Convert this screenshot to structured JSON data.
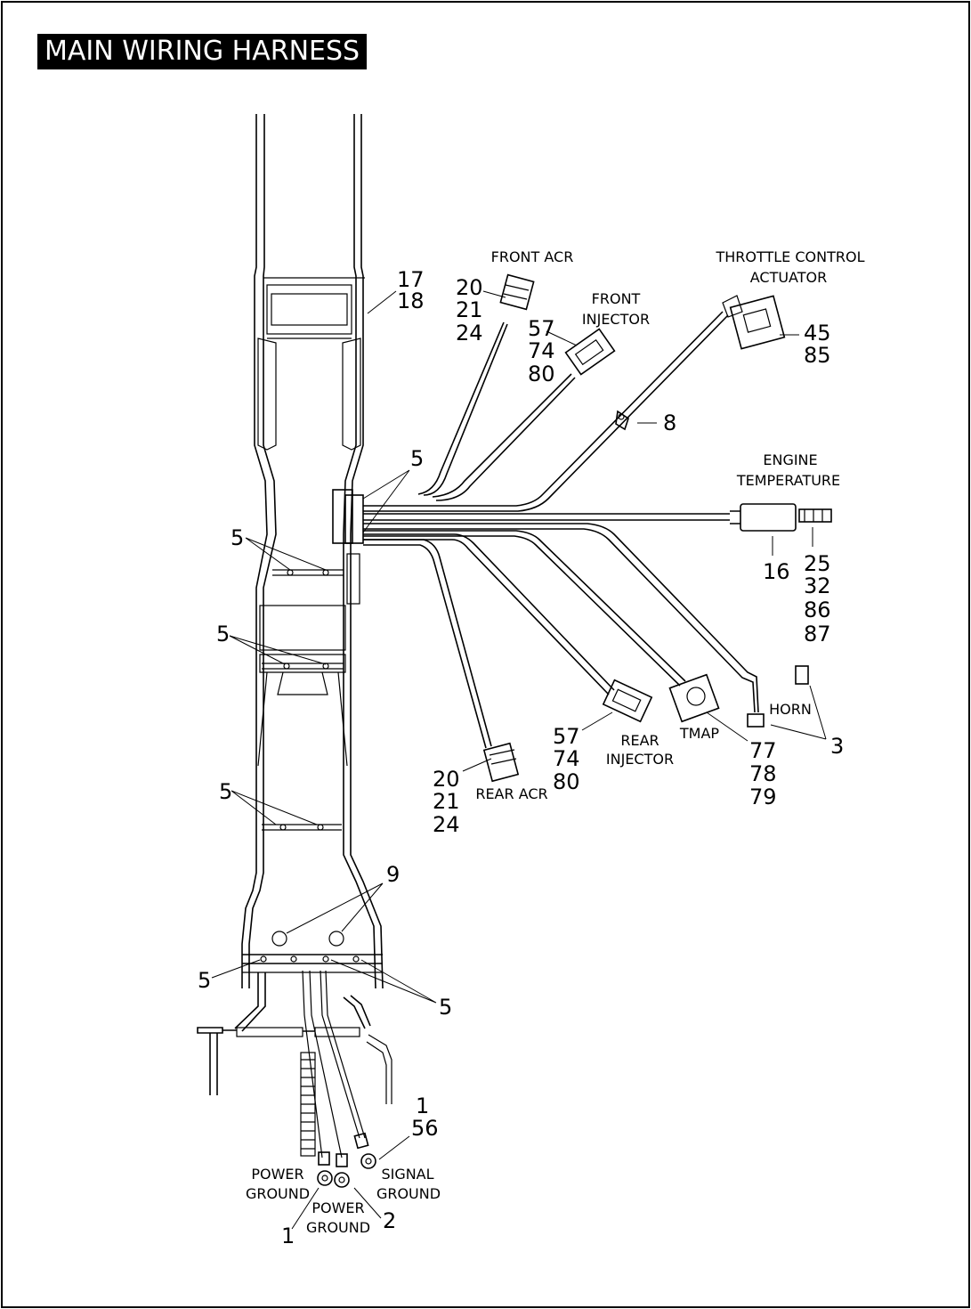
{
  "title": "MAIN WIRING HARNESS",
  "labels": {
    "front_acr": "FRONT ACR",
    "front_injector": [
      "FRONT",
      "INJECTOR"
    ],
    "throttle_control_actuator": [
      "THROTTLE CONTROL",
      "ACTUATOR"
    ],
    "engine_temperature": [
      "ENGINE",
      "TEMPERATURE"
    ],
    "horn": "HORN",
    "tmap": "TMAP",
    "rear_injector": [
      "REAR",
      "INJECTOR"
    ],
    "rear_acr": "REAR ACR",
    "power_ground_left": [
      "POWER",
      "GROUND"
    ],
    "power_ground_center": [
      "POWER",
      "GROUND"
    ],
    "signal_ground": [
      "SIGNAL",
      "GROUND"
    ]
  },
  "callouts": {
    "c17_18": [
      "17",
      "18"
    ],
    "c_front_acr": [
      "20",
      "21",
      "24"
    ],
    "c_front_injector": [
      "57",
      "74",
      "80"
    ],
    "c_throttle": [
      "45",
      "85"
    ],
    "c8": "8",
    "c5_top": "5",
    "c5_a": "5",
    "c5_b": "5",
    "c5_c": "5",
    "c5_d": "5",
    "c5_e": "5",
    "c16": "16",
    "c_engine_temp": [
      "25",
      "32",
      "86",
      "87"
    ],
    "c3": "3",
    "c_tmap": [
      "77",
      "78",
      "79"
    ],
    "c_rear_injector": [
      "57",
      "74",
      "80"
    ],
    "c_rear_acr": [
      "20",
      "21",
      "24"
    ],
    "c9": "9",
    "c1_56": [
      "1",
      "56"
    ],
    "c1_bottom": "1",
    "c2": "2"
  }
}
